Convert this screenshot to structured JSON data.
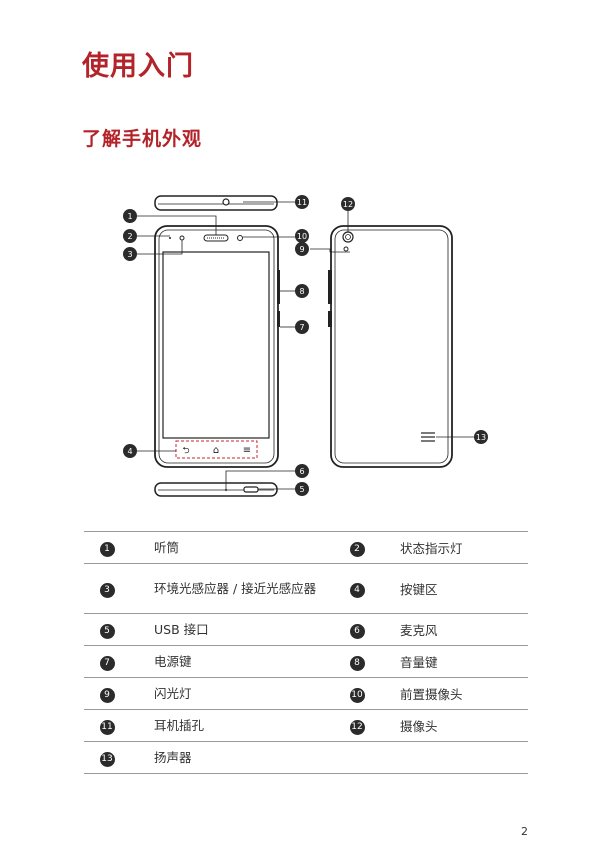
{
  "heading": "使用入门",
  "subheading": "了解手机外观",
  "figure": {
    "front_nav_icons": [
      "⮌",
      "⌂",
      "≡"
    ],
    "callouts": [
      "1",
      "2",
      "3",
      "4",
      "5",
      "6",
      "7",
      "8",
      "9",
      "10",
      "11",
      "12",
      "13"
    ]
  },
  "legend": {
    "rows": [
      [
        {
          "num": "1",
          "label": "听筒"
        },
        {
          "num": "2",
          "label": "状态指示灯"
        }
      ],
      [
        {
          "num": "3",
          "label": "环境光感应器 / 接近光感应器"
        },
        {
          "num": "4",
          "label": "按键区"
        }
      ],
      [
        {
          "num": "5",
          "label": "USB 接口"
        },
        {
          "num": "6",
          "label": "麦克风"
        }
      ],
      [
        {
          "num": "7",
          "label": "电源键"
        },
        {
          "num": "8",
          "label": "音量键"
        }
      ],
      [
        {
          "num": "9",
          "label": "闪光灯"
        },
        {
          "num": "10",
          "label": "前置摄像头"
        }
      ],
      [
        {
          "num": "11",
          "label": "耳机插孔"
        },
        {
          "num": "12",
          "label": "摄像头"
        }
      ],
      [
        {
          "num": "13",
          "label": "扬声器"
        },
        {
          "num": "",
          "label": ""
        }
      ]
    ]
  },
  "page_number": "2"
}
